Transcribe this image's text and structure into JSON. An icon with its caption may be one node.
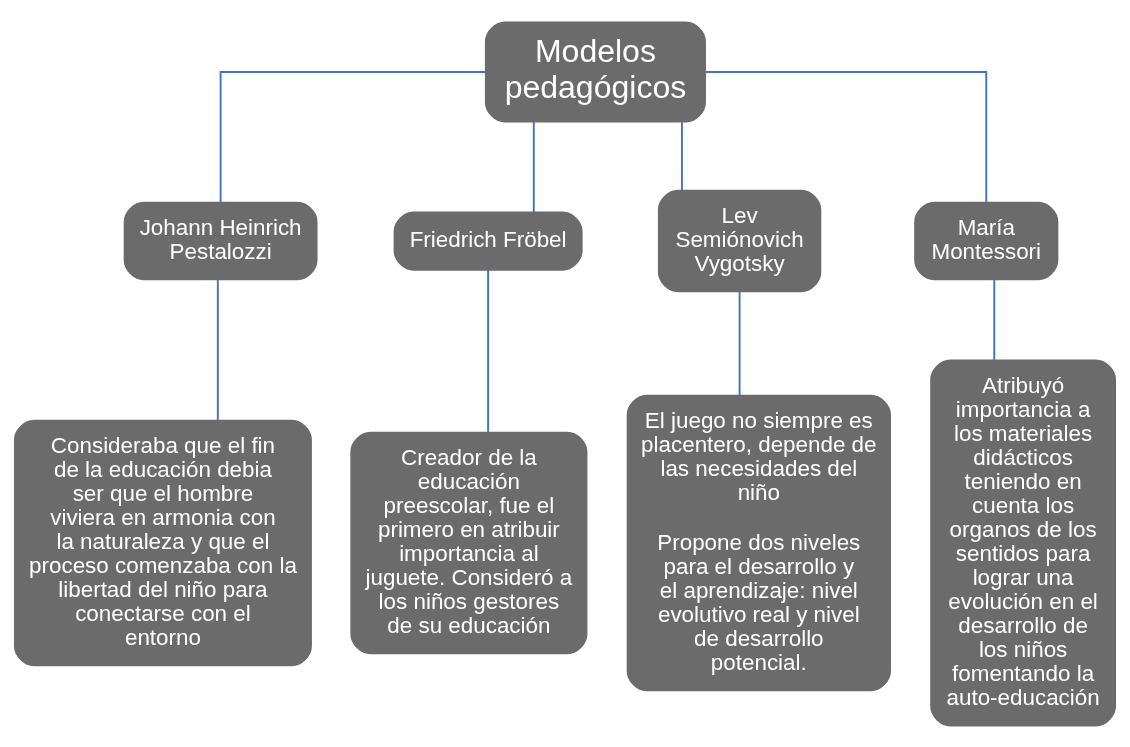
{
  "diagram": {
    "nodes": [
      {
        "text": [
          "Modelos pedagógicos"
        ]
      },
      {
        "text": [
          "Johann Heinrich Pestalozzi"
        ]
      },
      {
        "text": [
          "Friedrich Fröbel"
        ]
      },
      {
        "text": [
          "Lev Semiónovich Vygotsky"
        ]
      },
      {
        "text": [
          "María Montessori"
        ]
      },
      {
        "text": [
          "Consideraba que el fin de la educación debia ser que el hombre viviera en armonia con la naturaleza y que el proceso comenzaba con la libertad del niño para conectarse con el entorno"
        ]
      },
      {
        "text": [
          "Creador de la educación preescolar, fue el primero en atribuir importancia al juguete. Consideró a los niños gestores de su educación"
        ]
      },
      {
        "text": [
          "El juego no siempre es placentero, depende de las necesidades del niño",
          "Propone dos niveles para el desarrollo y el aprendizaje: nivel evolutivo real y nivel de desarrollo potencial."
        ]
      },
      {
        "text": [
          "Atribuyó importancia a los materiales didácticos teniendo en cuenta los organos de los sentidos para lograr una evolución en el desarrollo de los niños fomentando la auto-educación"
        ]
      }
    ],
    "edges": [
      {
        "from": 0,
        "to": 1,
        "arrow": "none"
      },
      {
        "from": 0,
        "to": 2,
        "arrow": "none"
      },
      {
        "from": 0,
        "to": 3,
        "arrow": "none"
      },
      {
        "from": 0,
        "to": 4,
        "arrow": "none"
      },
      {
        "from": 1,
        "to": 5,
        "arrow": "none"
      },
      {
        "from": 2,
        "to": 6,
        "arrow": "none"
      },
      {
        "from": 3,
        "to": 7,
        "arrow": "none"
      },
      {
        "from": 4,
        "to": 8,
        "arrow": "none"
      }
    ]
  }
}
